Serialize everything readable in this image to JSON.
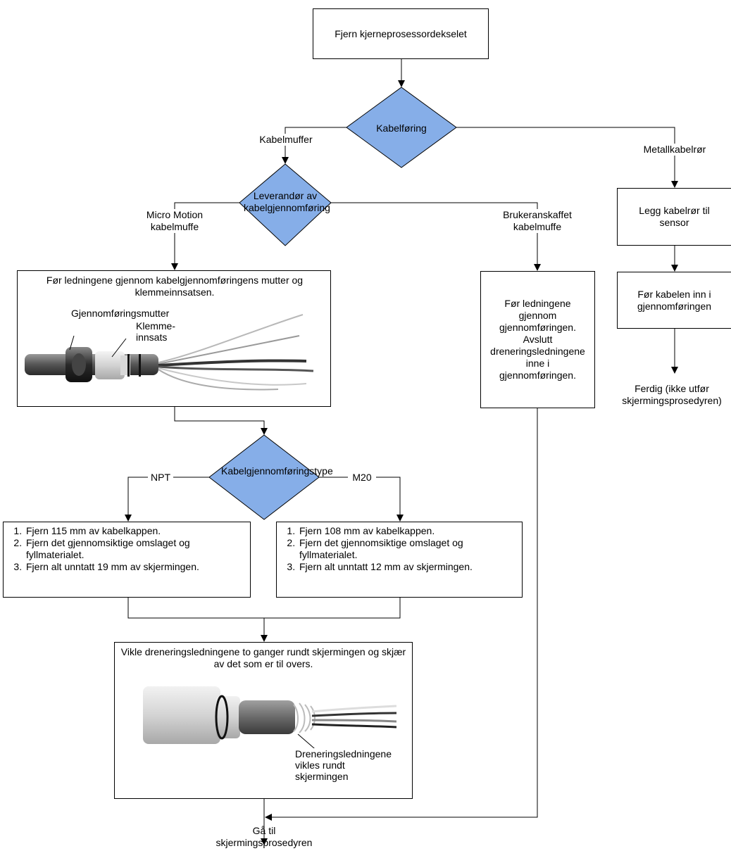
{
  "colors": {
    "decision_fill": "#86aee8",
    "line": "#000000"
  },
  "start": "Fjern kjerneprosessordekselet",
  "decision_routing": {
    "label": "Kabelføring",
    "left_option": "Kabelmuffer",
    "right_option": "Metallkabelrør"
  },
  "decision_supplier": {
    "label": "Leverandør av kabelgjennomføring",
    "left_option": "Micro Motion kabelmuffe",
    "right_option": "Brukeranskaffet kabelmuffe"
  },
  "step_micro": {
    "text": "Før ledningene gjennom kabelgjennomføringens mutter og klemmeinnsatsen.",
    "callout_nut": "Gjennomføringsmutter",
    "callout_clamp": "Klemme-innsats"
  },
  "step_user": "Før ledningene gjennom gjennomføringen. Avslutt dreneringsledningene inne i gjennomføringen.",
  "step_conduit1": "Legg kabelrør til sensor",
  "step_conduit2": "Før kabelen inn i gjennomføringen",
  "done_conduit": "Ferdig (ikke utfør skjermingsprosedyren)",
  "decision_type": {
    "label": "Kabelgjennomføringstype",
    "left_option": "NPT",
    "right_option": "M20"
  },
  "npt_steps": [
    "Fjern 115 mm av kabelkappen.",
    "Fjern det gjennomsiktige omslaget og fyllmaterialet.",
    "Fjern alt unntatt 19 mm av skjermingen."
  ],
  "m20_steps": [
    "Fjern 108 mm av kabelkappen.",
    "Fjern det gjennomsiktige omslaget og fyllmaterialet.",
    "Fjern alt unntatt 12 mm av skjermingen."
  ],
  "step_wrap": {
    "text": "Vikle dreneringsledningene to ganger rundt skjermingen og skjær av det som er til overs.",
    "callout": "Dreneringsledningene vikles rundt skjermingen"
  },
  "end": "Gå til skjermingsprosedyren"
}
